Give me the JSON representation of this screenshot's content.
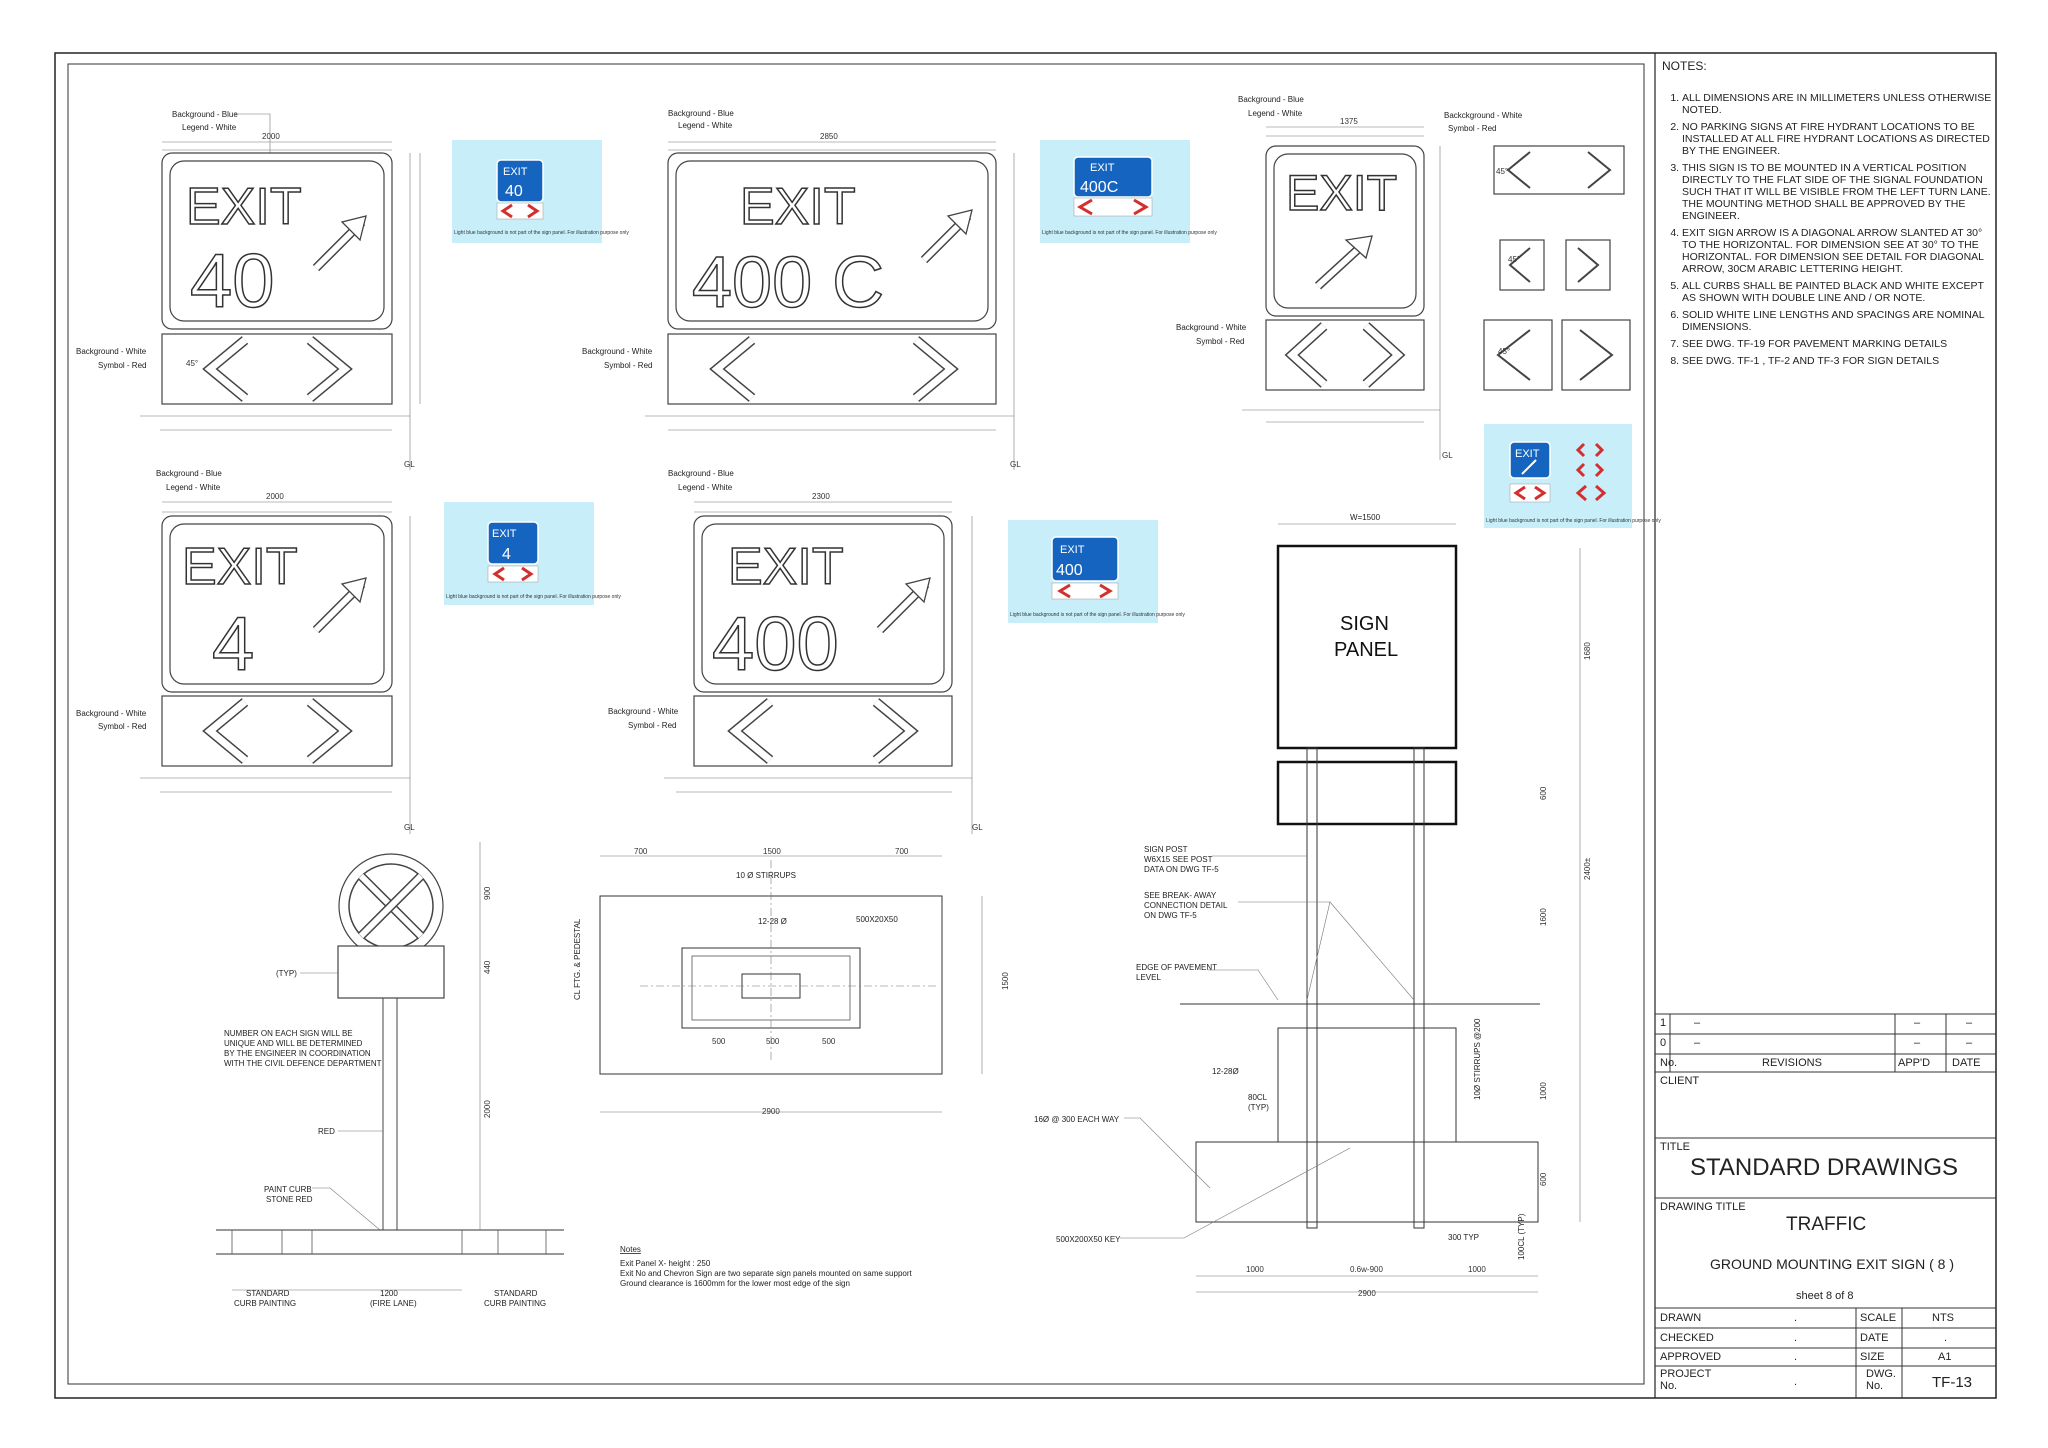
{
  "notes": {
    "heading": "NOTES:",
    "items": [
      "ALL DIMENSIONS ARE IN MILLIMETERS UNLESS OTHERWISE NOTED.",
      "NO PARKING SIGNS AT FIRE HYDRANT LOCATIONS TO BE INSTALLED AT ALL FIRE HYDRANT LOCATIONS AS DIRECTED BY THE ENGINEER.",
      "THIS SIGN IS TO BE MOUNTED IN A VERTICAL POSITION DIRECTLY TO THE FLAT SIDE OF THE SIGNAL FOUNDATION SUCH THAT IT WILL BE VISIBLE FROM THE LEFT TURN LANE. THE MOUNTING METHOD SHALL BE APPROVED BY THE ENGINEER.",
      "EXIT SIGN ARROW IS A DIAGONAL ARROW SLANTED AT 30° TO THE HORIZONTAL. FOR DIMENSION SEE AT 30° TO THE HORIZONTAL. FOR DIMENSION SEE DETAIL FOR DIAGONAL ARROW, 30CM ARABIC LETTERING HEIGHT.",
      "ALL CURBS SHALL BE PAINTED BLACK AND WHITE EXCEPT AS SHOWN WITH DOUBLE LINE AND / OR NOTE.",
      "SOLID WHITE LINE LENGTHS AND SPACINGS ARE NOMINAL DIMENSIONS.",
      "SEE DWG. TF-19 FOR PAVEMENT MARKING DETAILS",
      "SEE DWG. TF-1 , TF-2 AND TF-3 FOR SIGN DETAILS"
    ]
  },
  "signs": [
    {
      "exit": "EXIT",
      "number": "40",
      "width": "2000",
      "preview_number": "40"
    },
    {
      "exit": "EXIT",
      "number": "400 C",
      "width": "2850",
      "preview_number": "400C"
    },
    {
      "exit": "EXIT",
      "number": "",
      "width": "1375",
      "preview_number": ""
    },
    {
      "exit": "EXIT",
      "number": "4",
      "width": "2000",
      "preview_number": "4"
    },
    {
      "exit": "EXIT",
      "number": "400",
      "width": "2300",
      "preview_number": "400"
    }
  ],
  "labels": {
    "bg_blue": "Background - Blue",
    "legend_white": "Legend - White",
    "bg_white": "Background - White",
    "symbol_red": "Symbol - Red",
    "bg_white_lc": "Backckground - White",
    "gl": "GL",
    "preview_caption": "Light blue background is not part of the sign panel. For illustration purpose only",
    "angle45": "45°",
    "sign_panel_l1": "SIGN",
    "sign_panel_l2": "PANEL",
    "w1500": "W=1500",
    "sign_post": "SIGN POST W6X15 SEE POST DATA ON DWG TF-5",
    "break_away": "SEE BREAK- AWAY CONNECTION DETAIL ON DWG TF-5",
    "edge_pavement": "EDGE OF PAVEMENT LEVEL",
    "bar_12_28": "12-28Ø",
    "cl80": "80CL (TYP)",
    "stirrups_10": "10Ø STIRRUPS @200",
    "way16": "16Ø @ 300 EACH WAY",
    "key": "500X200X50 KEY",
    "typ300": "300 TYP",
    "cl100": "100CL (TYP)",
    "typ": "(TYP)",
    "number_note": "NUMBER ON EACH SIGN WILL BE UNIQUE AND WILL BE DETERMINED BY THE ENGINEER IN COORDINATION WITH THE CIVIL DEFENCE DEPARTMENT",
    "red": "RED",
    "paint_curb": "PAINT CURB STONE RED",
    "std_curb": "STANDARD CURB PAINTING",
    "fire_lane_dim": "1200",
    "fire_lane": "(FIRE LANE)",
    "stirrups_plan": "10 Ø STIRRUPS",
    "bar_12_28_plan": "12-28 Ø",
    "key_plan": "500X20X50",
    "ftg": "CL FTG. & PEDESTAL",
    "notes_heading": "Notes",
    "notes_lines": [
      "Exit Panel X- height : 250",
      "Exit No and Chevron Sign are two separate sign panels mounted on same support",
      "Ground clearance is 1600mm for the lower most edge of the sign"
    ]
  },
  "revisions": {
    "rows": [
      {
        "no": "1",
        "desc": "–",
        "app": "–",
        "date": "–"
      },
      {
        "no": "0",
        "desc": "–",
        "app": "–",
        "date": "–"
      }
    ],
    "header": {
      "no": "No.",
      "desc": "REVISIONS",
      "app": "APP'D",
      "date": "DATE"
    }
  },
  "title_block": {
    "client_label": "CLIENT",
    "title_label": "TITLE",
    "title": "STANDARD DRAWINGS",
    "drawing_title_label": "DRAWING TITLE",
    "drawing_title": "TRAFFIC",
    "drawing_subtitle": "GROUND MOUNTING EXIT SIGN ( 8 )",
    "sheet": "sheet 8 of 8",
    "drawn_label": "DRAWN",
    "drawn_val": ".",
    "checked_label": "CHECKED",
    "checked_val": ".",
    "approved_label": "APPROVED",
    "approved_val": ".",
    "project_label": "PROJECT No.",
    "project_val": ".",
    "scale_label": "SCALE",
    "scale_val": "NTS",
    "date_label": "DATE",
    "date_val": ".",
    "size_label": "SIZE",
    "size_val": "A1",
    "dwg_label": "DWG. No.",
    "dwg_val": "TF-13"
  },
  "colors": {
    "sign_blue": "#1565c0",
    "preview_bg": "#c8eefa",
    "chevron_red": "#d32f2f"
  }
}
